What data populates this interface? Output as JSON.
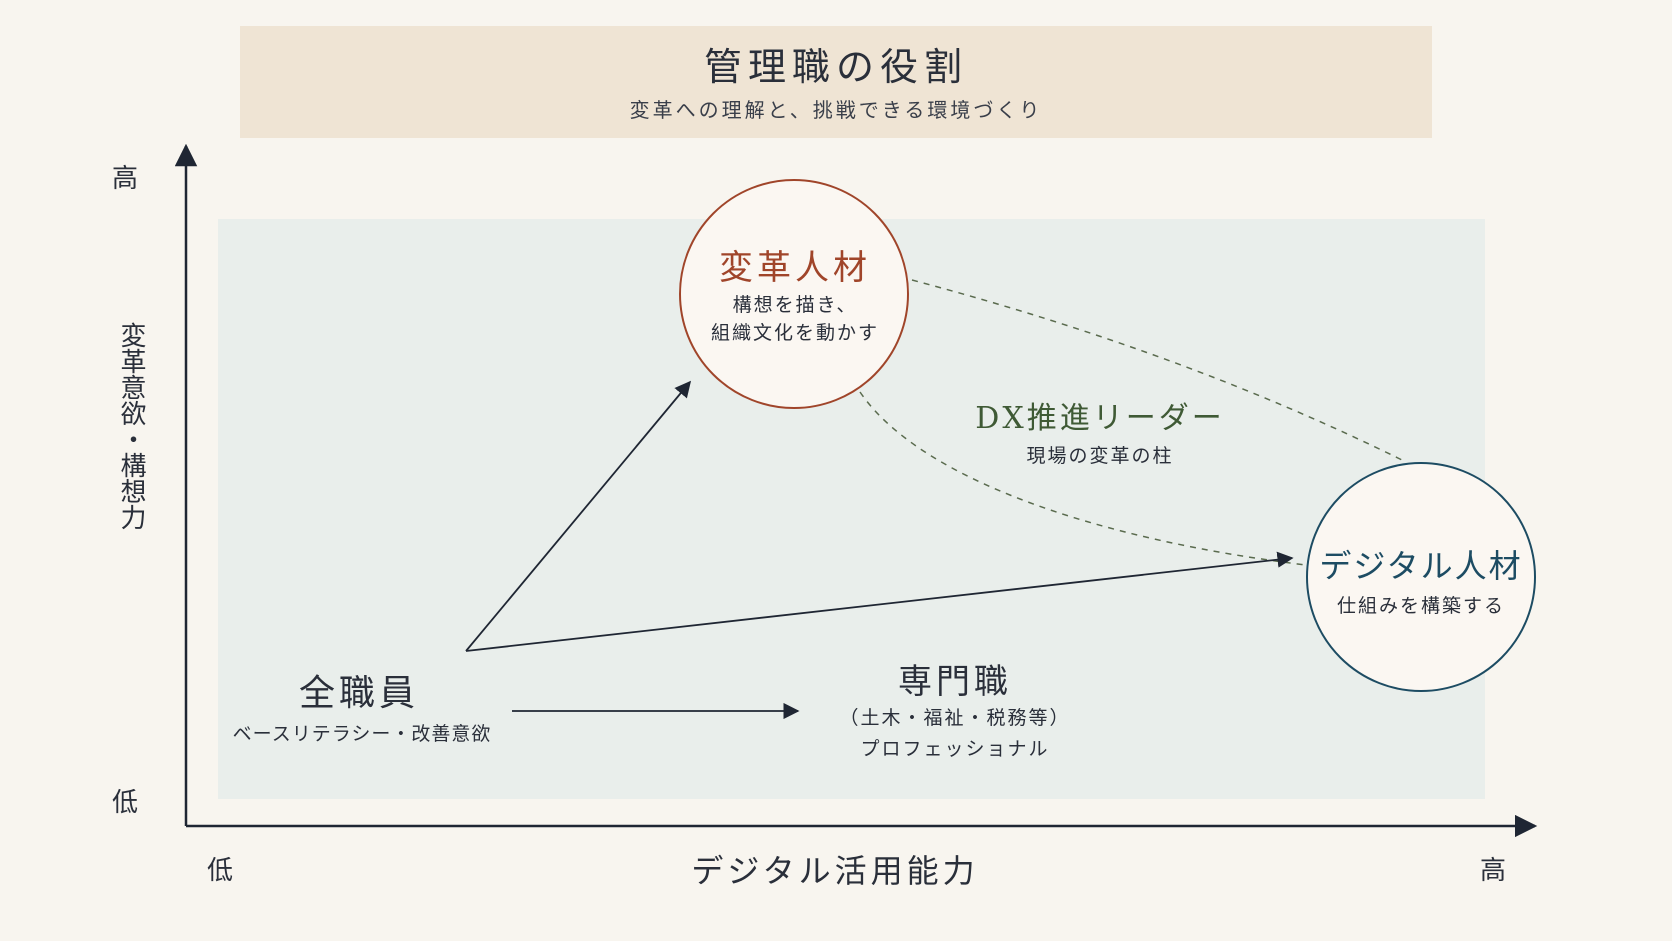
{
  "header": {
    "title": "管理職の役割",
    "subtitle": "変革への理解と、挑戦できる環境づくり"
  },
  "axes": {
    "y_high": "高",
    "y_low": "低",
    "y_title": "変革意欲・構想力",
    "x_low": "低",
    "x_high": "高",
    "x_title": "デジタル活用能力"
  },
  "nodes": {
    "henkaku": {
      "name": "変革人材",
      "desc_line1": "構想を描き、",
      "desc_line2": "組織文化を動かす",
      "color": "#a0452a"
    },
    "digital": {
      "name": "デジタル人材",
      "desc_line1": "仕組みを構築する",
      "color": "#1d4c63"
    },
    "dx_leader": {
      "name": "DX推進リーダー",
      "desc_line1": "現場の変革の柱",
      "color": "#3f5a35"
    },
    "all_staff": {
      "name": "全職員",
      "desc_line1": "ベースリテラシー・改善意欲"
    },
    "professional": {
      "name": "専門職",
      "desc_line1": "（土木・福祉・税務等）",
      "desc_line2": "プロフェッショナル"
    }
  },
  "colors": {
    "background": "#f8f5ef",
    "header_band": "#efe4d4",
    "plot_area": "#e9eeeb",
    "axis": "#1f2633",
    "dashed": "#5a6b4e"
  }
}
